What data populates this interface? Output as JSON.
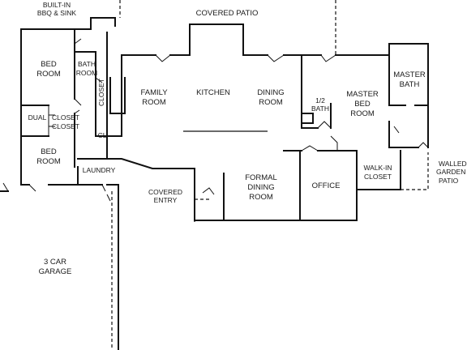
{
  "labels": {
    "covered_patio": "COVERED PATIO",
    "builtin_1": "BUILT-IN",
    "builtin_2": "BBQ & SINK",
    "bed1_1": "BED",
    "bed1_2": "ROOM",
    "bath_1": "BATH",
    "bath_2": "ROOM",
    "closet_v": "CLOSET",
    "family_1": "FAMILY",
    "family_2": "ROOM",
    "kitchen": "KITCHEN",
    "dining_1": "DINING",
    "dining_2": "ROOM",
    "half_bath_1": "1/2",
    "half_bath_2": "BATH",
    "master_bed_1": "MASTER",
    "master_bed_2": "BED",
    "master_bed_3": "ROOM",
    "master_bath_1": "MASTER",
    "master_bath_2": "BATH",
    "dual": "DUAL",
    "closet_a": "CLOSET",
    "closet_b": "CLOSET",
    "cl": "CL",
    "bed2_1": "BED",
    "bed2_2": "ROOM",
    "laundry": "LAUNDRY",
    "covered_entry_1": "COVERED",
    "covered_entry_2": "ENTRY",
    "formal_1": "FORMAL",
    "formal_2": "DINING",
    "formal_3": "ROOM",
    "office": "OFFICE",
    "walkin_1": "WALK-IN",
    "walkin_2": "CLOSET",
    "walled_1": "WALLED",
    "walled_2": "GARDEN",
    "walled_3": "PATIO",
    "garage_1": "3 CAR",
    "garage_2": "GARAGE"
  }
}
